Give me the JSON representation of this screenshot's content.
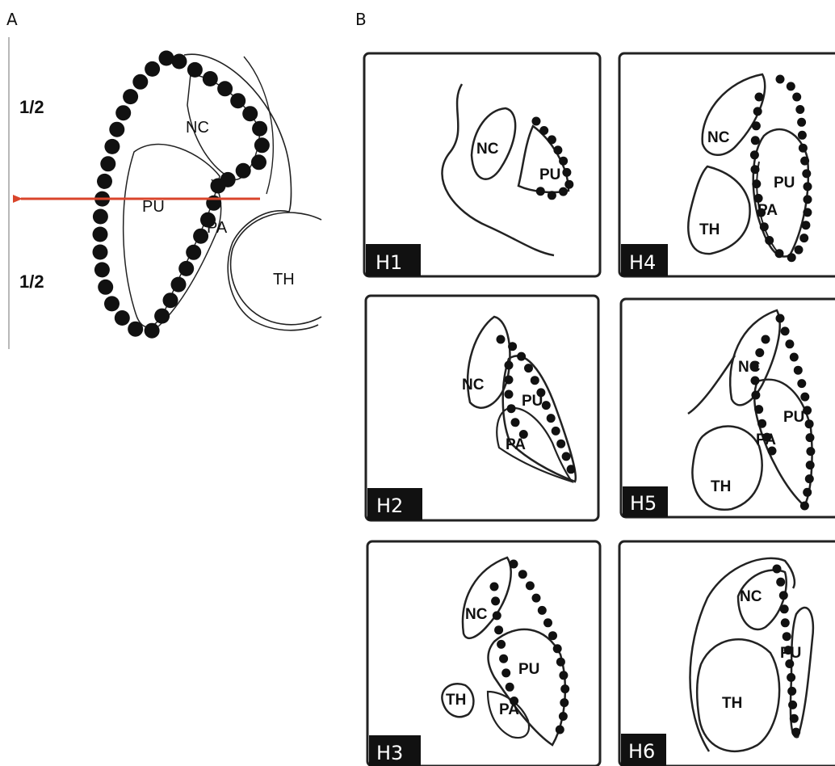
{
  "panel_a": {
    "letter": "A",
    "half_top": "1/2",
    "half_bottom": "1/2",
    "labels": {
      "nc": "NC",
      "pu": "PU",
      "pa": "PA",
      "th": "TH"
    },
    "arrow_color": "#d9452b"
  },
  "panel_b": {
    "letter": "B",
    "panels": [
      {
        "tag": "H1",
        "labels": {
          "nc": "NC",
          "pu": "PU"
        }
      },
      {
        "tag": "H4",
        "labels": {
          "nc": "NC",
          "pu": "PU",
          "pa": "PA",
          "th": "TH"
        }
      },
      {
        "tag": "H2",
        "labels": {
          "nc": "NC",
          "pu": "PU",
          "pa": "PA"
        }
      },
      {
        "tag": "H5",
        "labels": {
          "nc": "NC",
          "pu": "PU",
          "pa": "PA",
          "th": "TH"
        }
      },
      {
        "tag": "H3",
        "labels": {
          "nc": "NC",
          "pu": "PU",
          "pa": "PA",
          "th": "TH"
        }
      },
      {
        "tag": "H6",
        "labels": {
          "nc": "NC",
          "pu": "PU",
          "th": "TH"
        }
      }
    ]
  }
}
